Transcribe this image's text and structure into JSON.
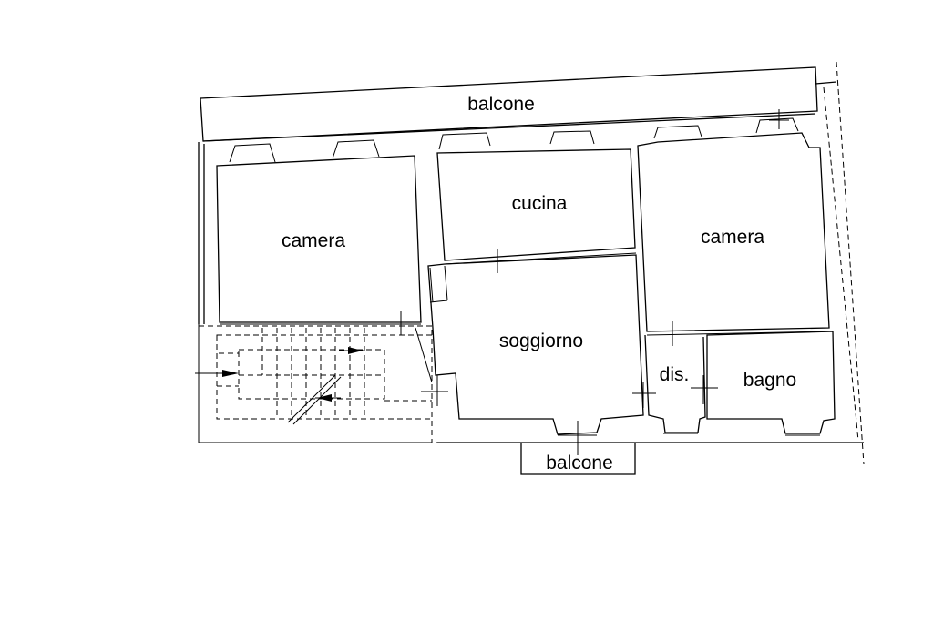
{
  "floor_plan": {
    "rooms": {
      "balcony_top": "balcone",
      "bedroom_left": "camera",
      "kitchen": "cucina",
      "bedroom_right": "camera",
      "living_room": "soggiorno",
      "hallway": "dis.",
      "bathroom": "bagno",
      "balcony_bottom": "balcone"
    }
  }
}
